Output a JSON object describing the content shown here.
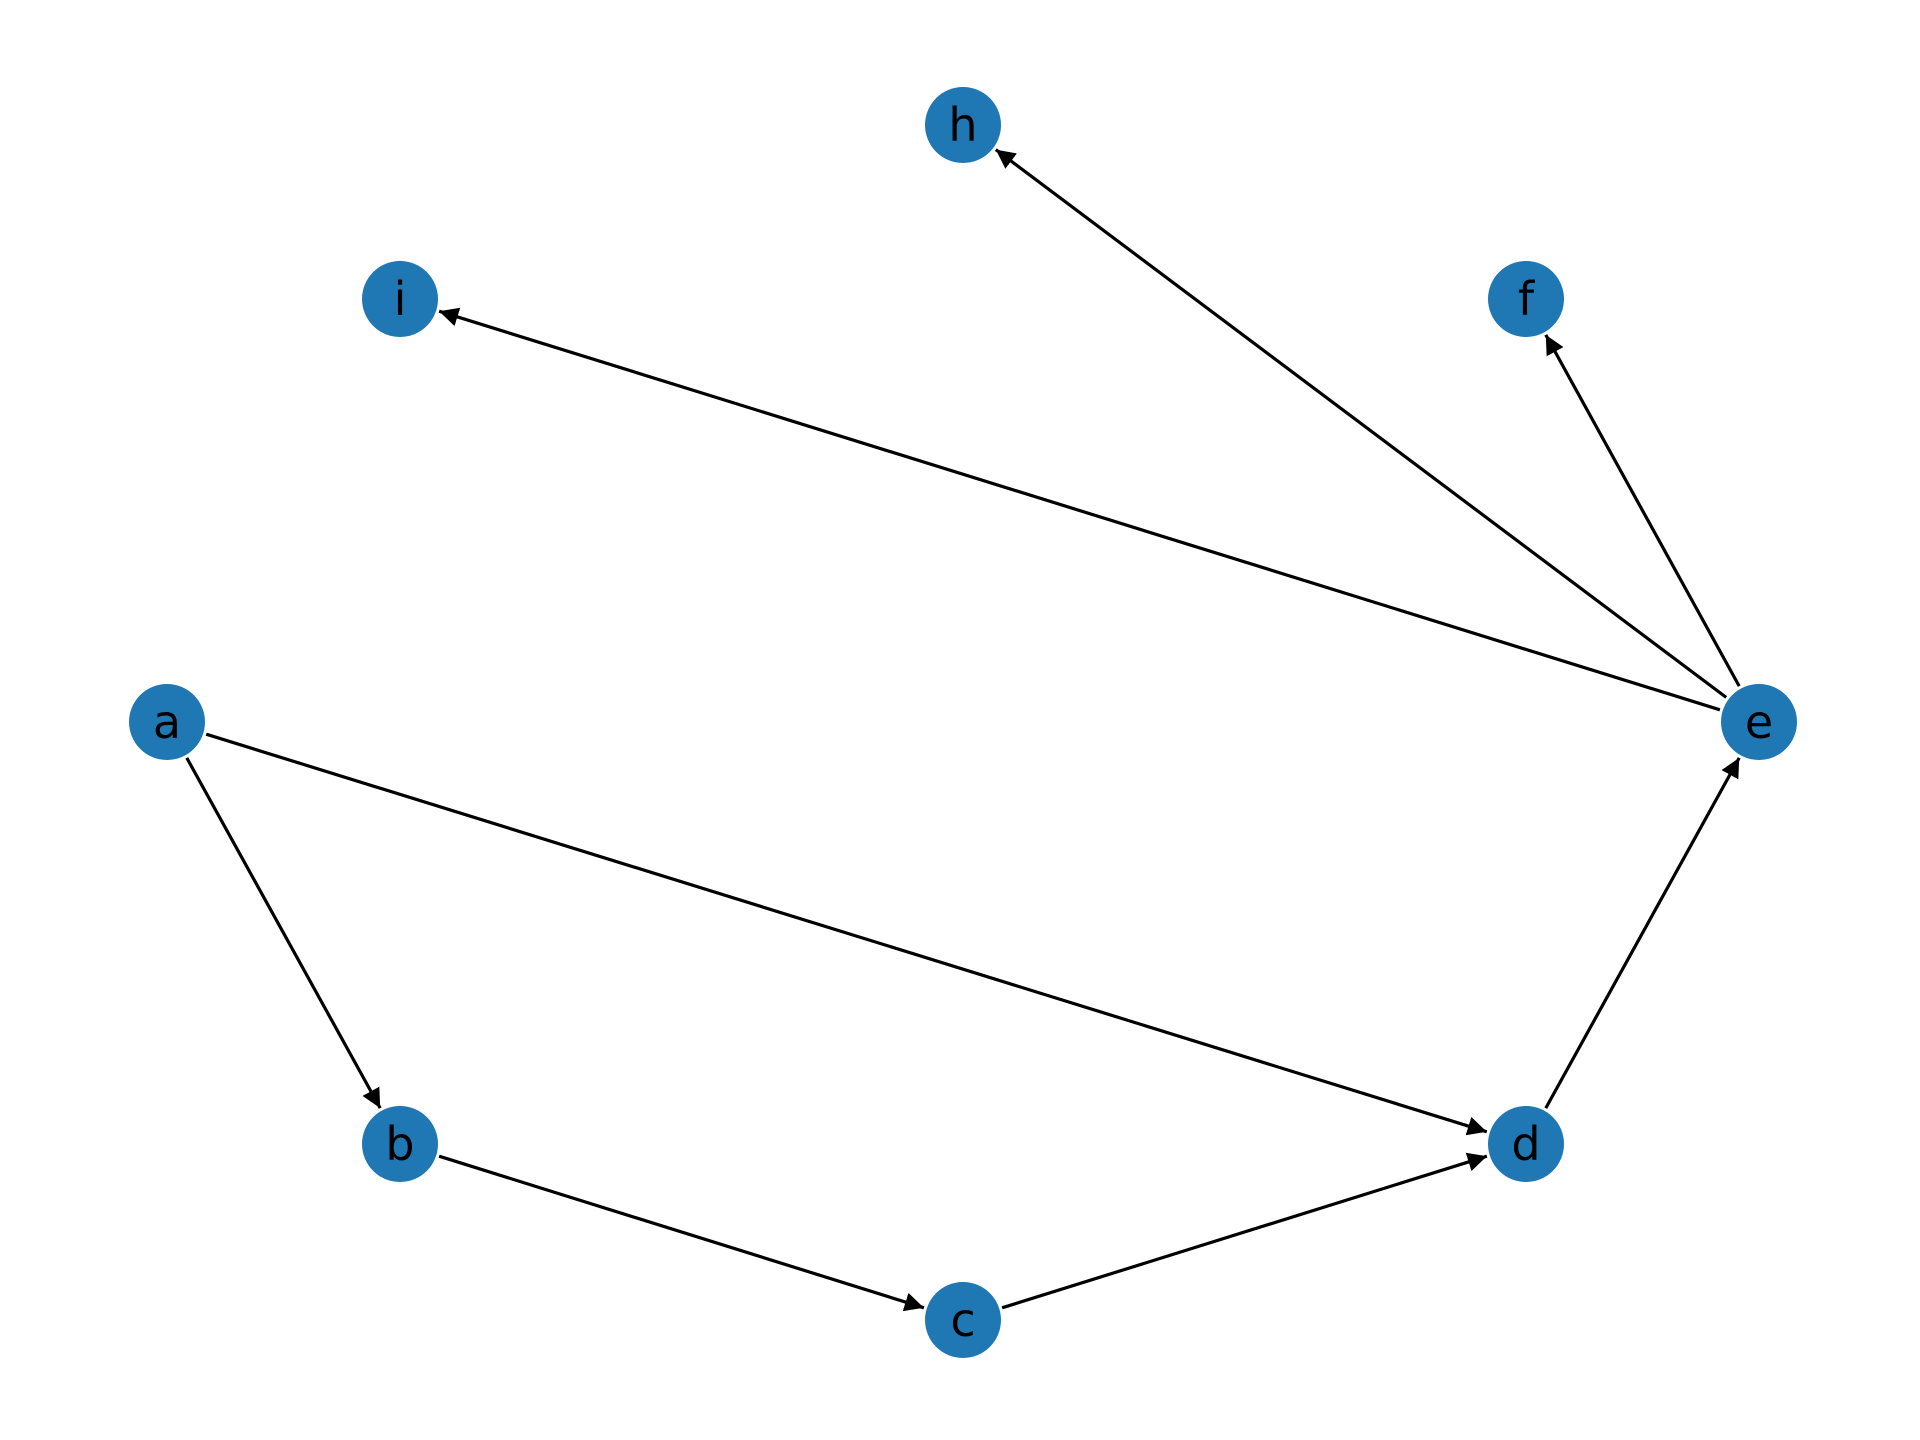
{
  "diagram": {
    "type": "directed-graph",
    "node_color": "#1f77b4",
    "edge_color": "#000000",
    "label_color": "#000000",
    "nodes": [
      {
        "id": "a",
        "label": "a"
      },
      {
        "id": "b",
        "label": "b"
      },
      {
        "id": "c",
        "label": "c"
      },
      {
        "id": "d",
        "label": "d"
      },
      {
        "id": "e",
        "label": "e"
      },
      {
        "id": "f",
        "label": "f"
      },
      {
        "id": "h",
        "label": "h"
      },
      {
        "id": "i",
        "label": "i"
      }
    ],
    "edges": [
      {
        "from": "a",
        "to": "b"
      },
      {
        "from": "a",
        "to": "d"
      },
      {
        "from": "b",
        "to": "c"
      },
      {
        "from": "c",
        "to": "d"
      },
      {
        "from": "d",
        "to": "e"
      },
      {
        "from": "e",
        "to": "f"
      },
      {
        "from": "e",
        "to": "h"
      },
      {
        "from": "e",
        "to": "i"
      }
    ]
  }
}
